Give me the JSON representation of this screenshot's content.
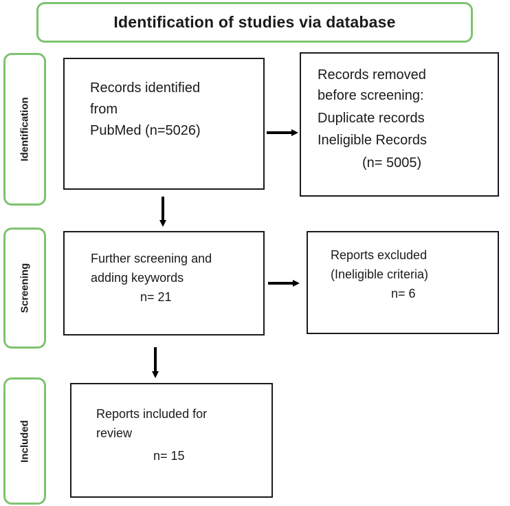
{
  "header": {
    "title": "Identification of studies via database"
  },
  "stages": {
    "identification": "Identification",
    "screening": "Screening",
    "included": "Included"
  },
  "boxes": {
    "records_identified": {
      "line1": "Records identified",
      "line2": "from",
      "line3": "PubMed (n=5026)"
    },
    "records_removed": {
      "line1": "Records removed",
      "line2": "before screening:",
      "line3": "Duplicate records",
      "line4": "Ineligible Records",
      "line5": "(n= 5005)"
    },
    "further_screening": {
      "line1": "Further screening and",
      "line2": "adding keywords",
      "line3": "n= 21"
    },
    "reports_excluded": {
      "line1": "Reports excluded",
      "line2": "(Ineligible criteria)",
      "line3": "n= 6"
    },
    "reports_included": {
      "line1": "Reports included for",
      "line2": "review",
      "line3": "n= 15"
    }
  },
  "colors": {
    "stage_border": "#7dc36e",
    "box_border": "#1a1a1a",
    "arrow": "#000000"
  }
}
